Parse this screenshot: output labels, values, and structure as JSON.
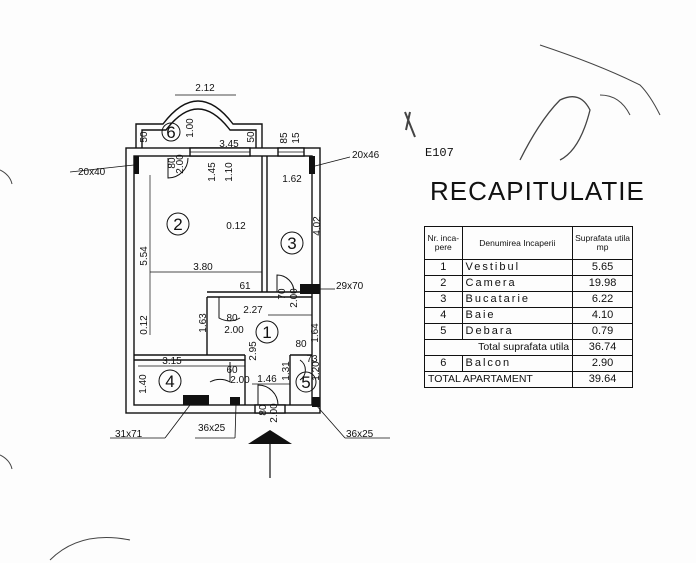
{
  "summary": {
    "stamp": "E107",
    "title": "RECAPITULATIE",
    "headers": {
      "nr": "Nr. inca- pere",
      "name": "Denumirea Incaperii",
      "area": "Suprafata utila mp"
    },
    "rows": [
      {
        "nr": "1",
        "name": "Vestibul",
        "area": "5.65"
      },
      {
        "nr": "2",
        "name": "Camera",
        "area": "19.98"
      },
      {
        "nr": "3",
        "name": "Bucatarie",
        "area": "6.22"
      },
      {
        "nr": "4",
        "name": "Baie",
        "area": "4.10"
      },
      {
        "nr": "5",
        "name": "Debara",
        "area": "0.79"
      }
    ],
    "total_useful": {
      "label": "Total suprafata utila",
      "area": "36.74"
    },
    "balcony": {
      "nr": "6",
      "name": "Balcon",
      "area": "2.90"
    },
    "total_apartment": {
      "label": "TOTAL APARTAMENT",
      "area": "39.64"
    }
  },
  "plan": {
    "rooms": [
      "1",
      "2",
      "3",
      "4",
      "5",
      "6"
    ],
    "dimensions": {
      "balcony_width": "2.12",
      "balcony_depth": "1.00",
      "wall_50_left": "50",
      "wall_50_right": "50",
      "top_span": "3.45",
      "window_85": "85",
      "window_15": "15",
      "door_80": "80",
      "door_200": "2.00",
      "window_145": "1.45",
      "window_110": "1.10",
      "kitchen_width": "1.62",
      "wall_012": "0.12",
      "kitchen_depth": "4.02",
      "room_height": "5.54",
      "room_width": "3.80",
      "door_61": "61",
      "door_70": "70",
      "door_200b": "2.00",
      "hall_width": "2.27",
      "door_80b": "80",
      "door_200c": "2.00",
      "hall_163": "1.63",
      "hall_295": "2.95",
      "hall_164": "1.64",
      "door_80c": "80",
      "bath_width": "3.15",
      "bath_height": "1.40",
      "wall_012b": "0.12",
      "door_60": "60",
      "door_200d": "2.00",
      "hall_146": "1.46",
      "closet_131": "1.31",
      "closet_73": "73",
      "closet_120": "1.20",
      "entry_80": "80",
      "entry_200": "2.00"
    },
    "callouts": {
      "vent_left_top": "20x40",
      "vent_right_top": "20x46",
      "vent_kitchen": "29x70",
      "vent_bath": "31x71",
      "vent_bath_small": "36x25",
      "vent_closet": "36x25"
    }
  }
}
